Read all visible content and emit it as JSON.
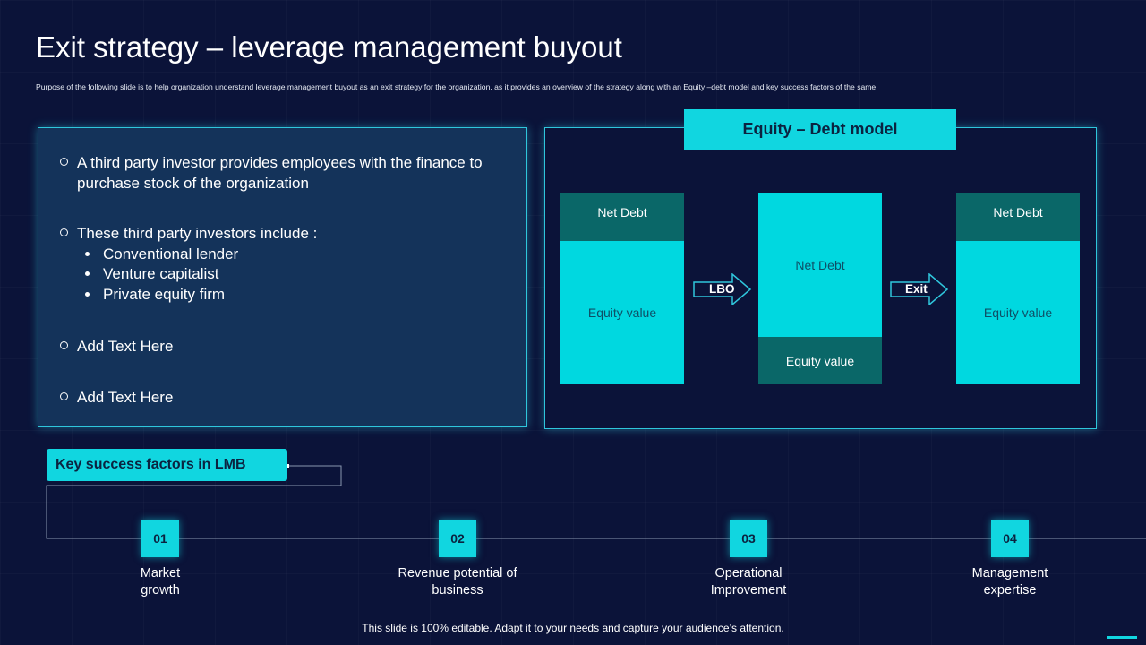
{
  "slide": {
    "title": "Exit strategy – leverage management buyout",
    "subtitle": "Purpose of the following slide is to help organization understand leverage management buyout as an exit strategy for the organization, as it provides an overview of the strategy along with an Equity –debt model and key success factors of the same",
    "footer": "This slide is 100% editable. Adapt it to your needs and capture your audience’s attention."
  },
  "left_panel": {
    "points": [
      "A third party investor provides employees with the finance to purchase stock of the organization",
      "These third party investors include :",
      "Add Text Here",
      "Add Text Here"
    ],
    "sub_points": [
      "Conventional lender",
      "Venture capitalist",
      "Private equity firm"
    ]
  },
  "model": {
    "header": "Equity – Debt model",
    "col1": {
      "top": "Net Debt",
      "bottom": "Equity value"
    },
    "arrow1": "LBO",
    "col2": {
      "top": "Net Debt",
      "bottom": "Equity value"
    },
    "arrow2": "Exit",
    "col3": {
      "top": "Net Debt",
      "bottom": "Equity value"
    }
  },
  "ksf": {
    "header": "Key success factors in LMB",
    "steps": [
      {
        "num": "01",
        "label": "Market\ngrowth"
      },
      {
        "num": "02",
        "label": "Revenue potential of\nbusiness"
      },
      {
        "num": "03",
        "label": "Operational\nImprovement"
      },
      {
        "num": "04",
        "label": "Management\nexpertise"
      }
    ]
  }
}
